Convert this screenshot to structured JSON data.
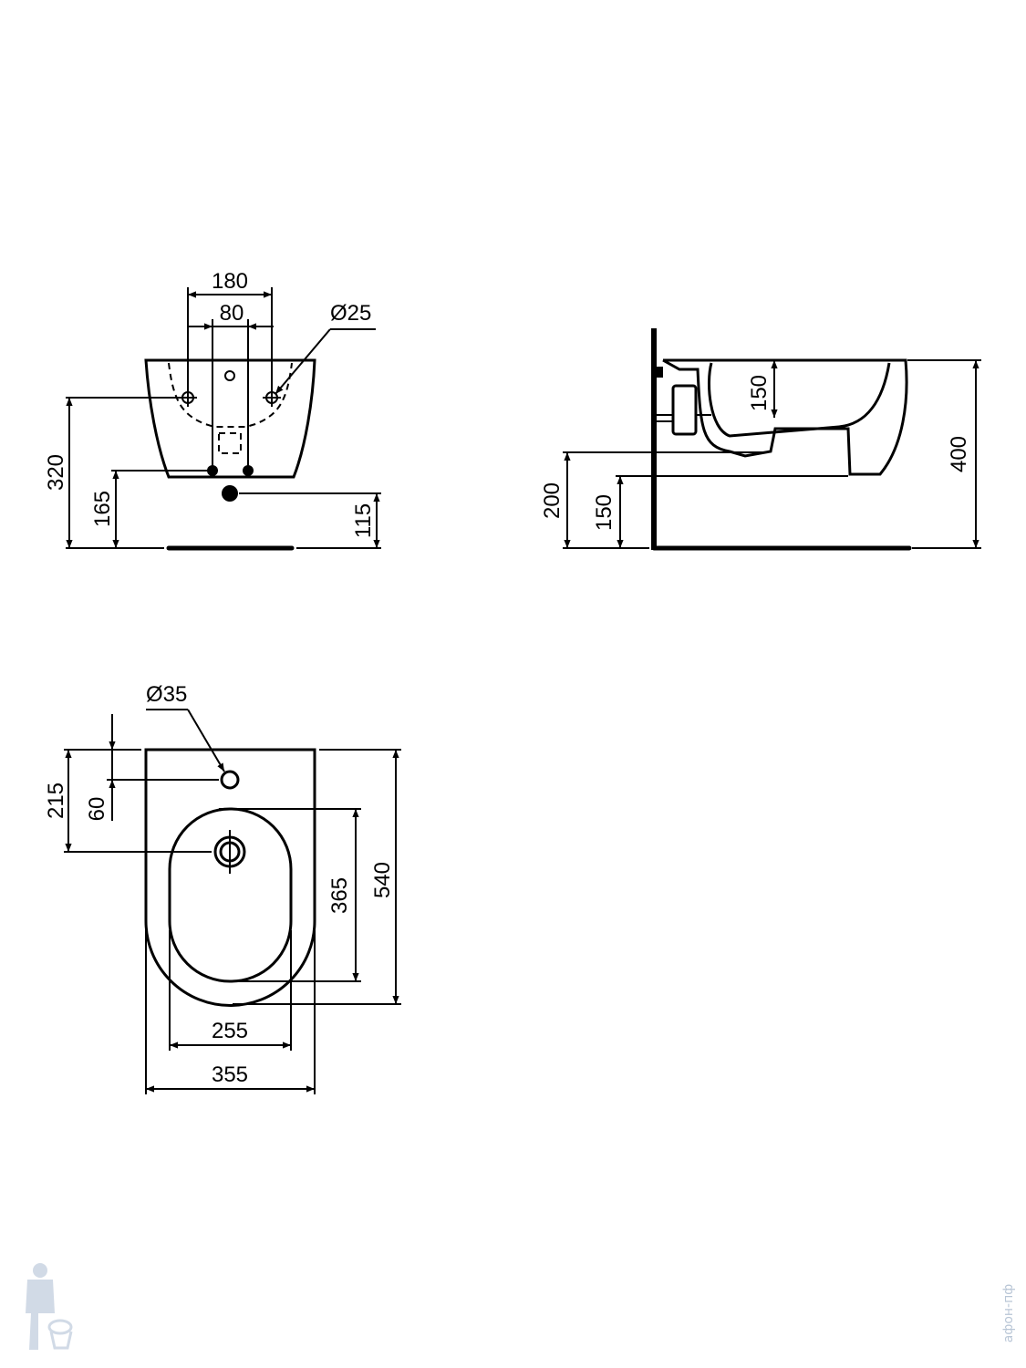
{
  "drawing": {
    "front_view": {
      "dims": {
        "width_180": "180",
        "width_80": "80",
        "hole_d25": "Ø25",
        "height_320": "320",
        "height_165": "165",
        "height_115": "115"
      }
    },
    "side_view": {
      "dims": {
        "depth_150": "150",
        "height_400": "400",
        "height_200": "200",
        "height_150": "150"
      }
    },
    "top_view": {
      "dims": {
        "hole_d35": "Ø35",
        "dist_215": "215",
        "dist_60": "60",
        "length_540": "540",
        "bowl_365": "365",
        "bowl_255": "255",
        "width_355": "355"
      }
    },
    "watermark": {
      "text": "афон-пф"
    },
    "colors": {
      "line": "#000000",
      "background": "#ffffff",
      "watermark": "#b9c6d6"
    }
  }
}
